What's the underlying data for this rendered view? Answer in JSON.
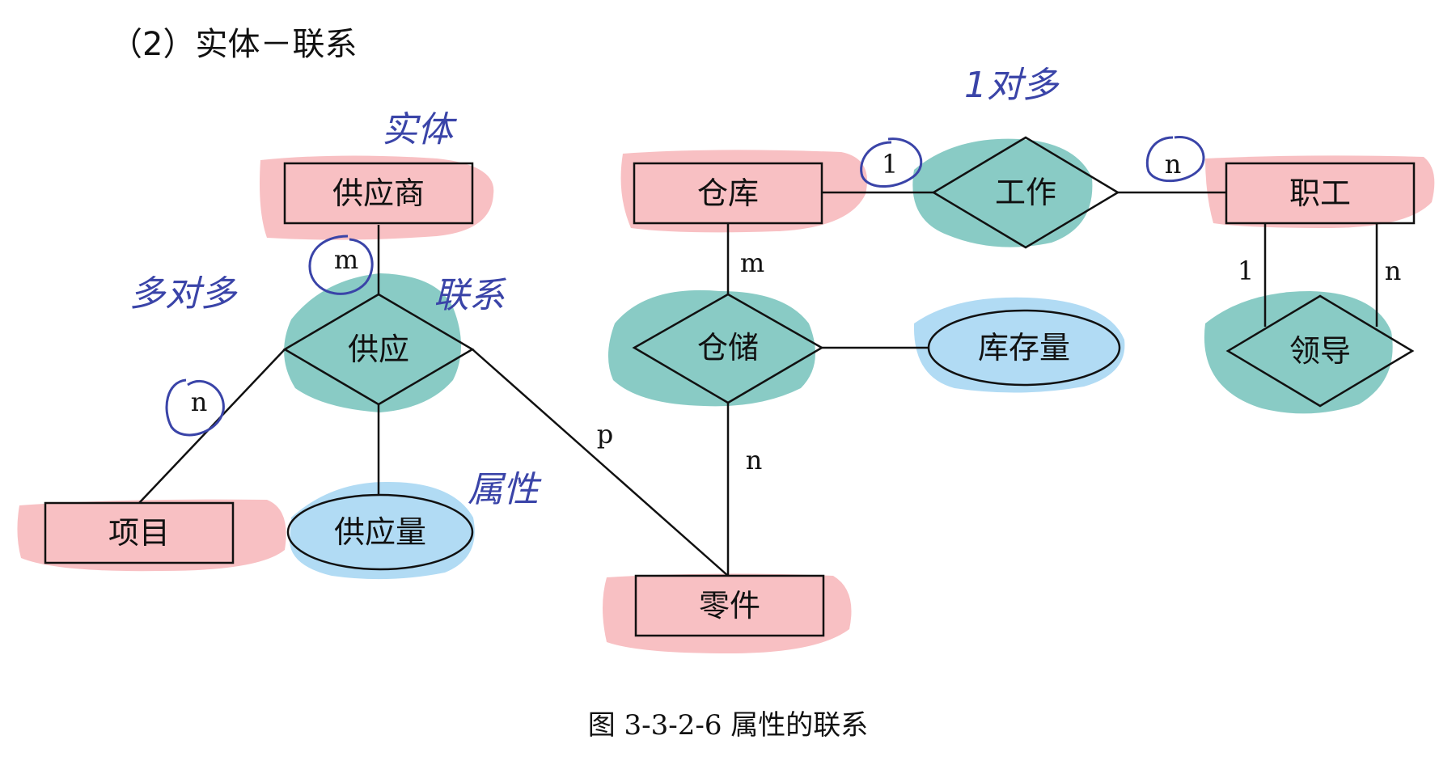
{
  "heading": "（2）实体－联系",
  "caption": "图 3-3-2-6  属性的联系",
  "entities": {
    "supplier": "供应商",
    "project": "项目",
    "part": "零件",
    "warehouse": "仓库",
    "staff": "职工"
  },
  "relationships": {
    "supply": "供应",
    "storage": "仓储",
    "work": "工作",
    "lead": "领导"
  },
  "attributes": {
    "supply_qty": "供应量",
    "stock_qty": "库存量"
  },
  "cardinalities": {
    "supplier_supply": "m",
    "supply_project": "n",
    "supply_part": "p",
    "warehouse_storage": "m",
    "storage_part": "n",
    "warehouse_work": "1",
    "work_staff": "n",
    "staff_lead_left": "1",
    "staff_lead_right": "n"
  },
  "annotations": {
    "entity_note": "实体",
    "many_to_many": "多对多",
    "relationship_note": "联系",
    "attribute_note": "属性",
    "one_to_many": "1对多"
  },
  "colors": {
    "entity_highlight": "#f7b9bd",
    "relationship_highlight": "#7cc5bf",
    "attribute_highlight": "#a9d7f3",
    "ink": "#3a44a8"
  }
}
